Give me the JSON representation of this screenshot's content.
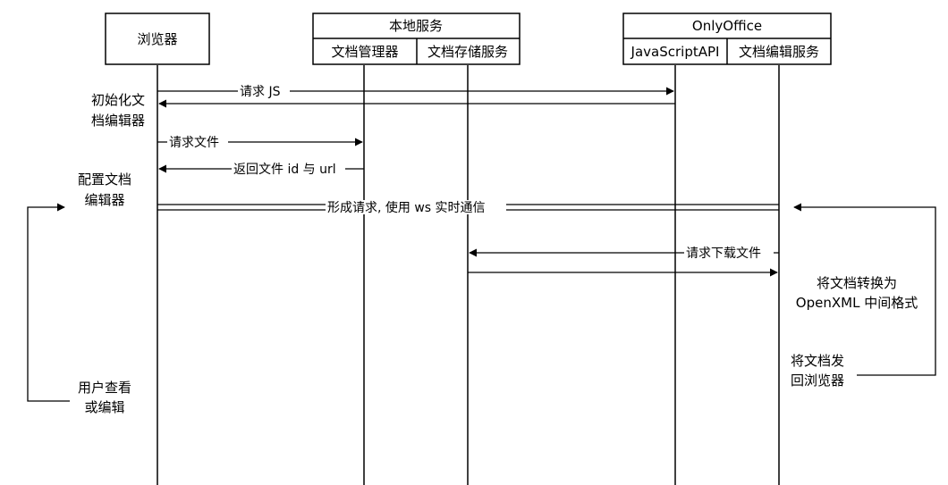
{
  "participants": {
    "browser": "浏览器",
    "local_service": "本地服务",
    "doc_manager": "文档管理器",
    "doc_storage": "文档存储服务",
    "onlyoffice": "OnlyOffice",
    "js_api": "JavaScriptAPI",
    "doc_editor_service": "文档编辑服务"
  },
  "messages": {
    "request_js": "请求 JS",
    "request_file": "请求文件",
    "return_file": "返回文件 id 与 url",
    "form_request": "形成请求, 使用 ws 实时通信",
    "request_download": "请求下载文件"
  },
  "notes": {
    "init_editor": [
      "初始化文",
      "档编辑器"
    ],
    "config_editor": [
      "配置文档",
      "编辑器"
    ],
    "user_view": [
      "用户查看",
      "或编辑"
    ],
    "convert": [
      "将文档转换为",
      "OpenXML 中间格式"
    ],
    "send_back": [
      "将文档发",
      "回浏览器"
    ]
  }
}
